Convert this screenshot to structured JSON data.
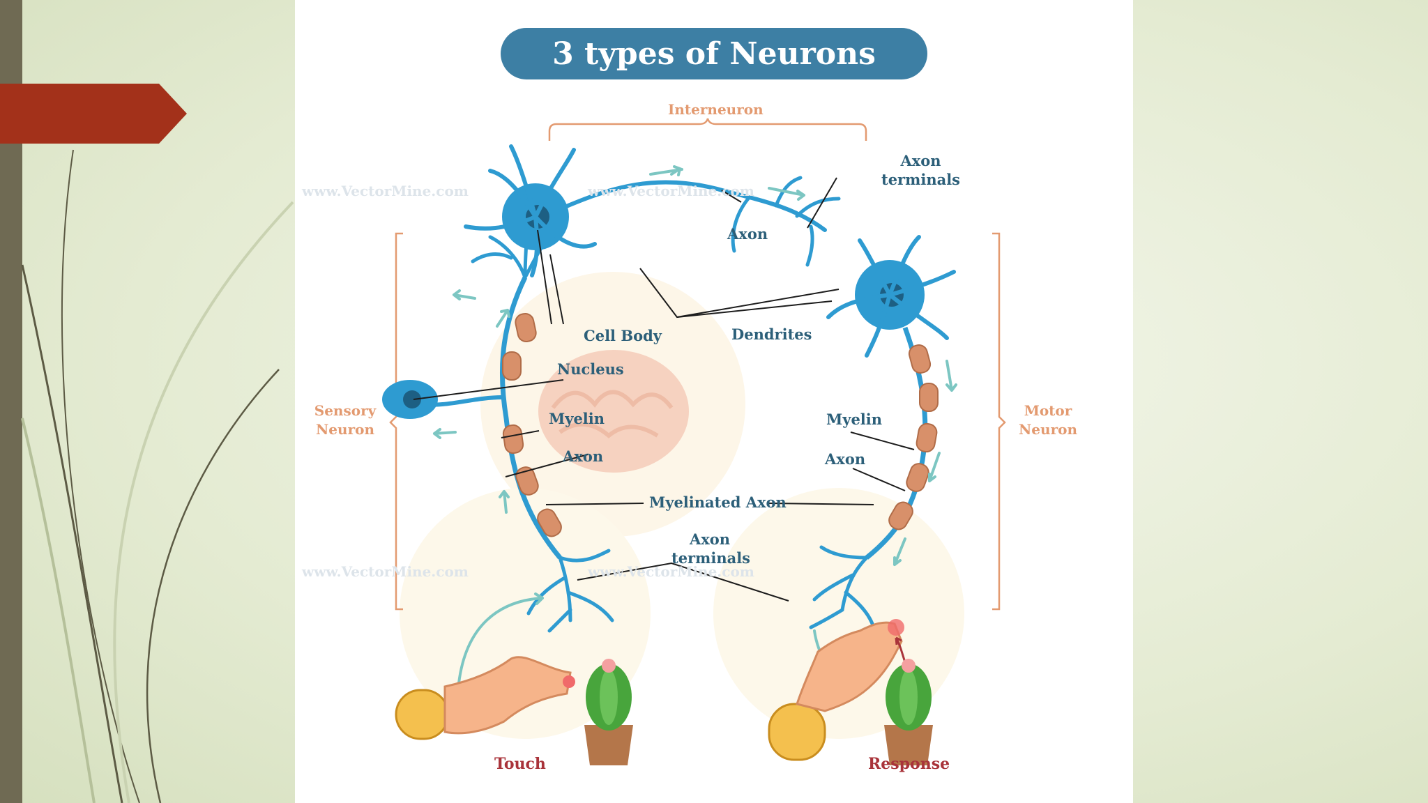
{
  "slide": {
    "accent_color": "#a3311a",
    "bar_color": "#6f6a53"
  },
  "diagram": {
    "title": "3 types of Neurons",
    "labels": {
      "interneuron": "Interneuron",
      "axon_terminals_top": "Axon terminals",
      "axon_top": "Axon",
      "cell_body": "Cell Body",
      "dendrites": "Dendrites",
      "nucleus": "Nucleus",
      "sensory_neuron": "Sensory Neuron",
      "motor_neuron": "Motor Neuron",
      "myelin_left": "Myelin",
      "myelin_right": "Myelin",
      "axon_left": "Axon",
      "axon_right": "Axon",
      "myelinated_axon": "Myelinated Axon",
      "axon_terminals_bottom": "Axon terminals",
      "touch": "Touch",
      "response": "Response"
    },
    "watermark": "www.VectorMine.com",
    "colors": {
      "neuron": "#2e9bd1",
      "neuron_dark": "#1d5f83",
      "myelin": "#d8906a",
      "label": "#2c5f79",
      "bracket": "#e39a70",
      "arrow": "#7cc6c2"
    }
  }
}
